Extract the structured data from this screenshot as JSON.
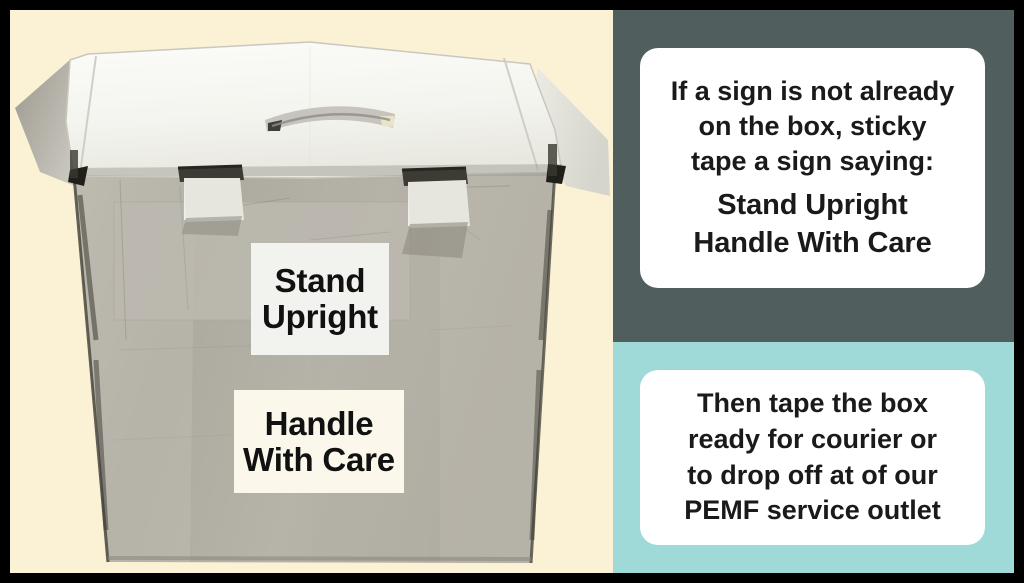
{
  "poster": {
    "border_color": "#000000",
    "left_panel_bg": "#FBF2D5",
    "sign_panel_bg": "#515E5E",
    "tape_panel_bg": "#A0DAD8",
    "card_bg": "#FFFFFF"
  },
  "photo": {
    "alt": "white cardboard shipping box with carry handle slot in lid and two printed signs taped to the front",
    "labels": [
      {
        "name": "stand-upright-sign",
        "lines": [
          "Stand",
          "Upright"
        ],
        "bg": "#F2F2EF"
      },
      {
        "name": "handle-with-care-sign",
        "lines": [
          "Handle",
          "With Care"
        ],
        "bg": "#FBF7EB"
      }
    ]
  },
  "panels": [
    {
      "name": "sign-instruction-panel",
      "bg": "#515E5E",
      "card": {
        "intro_lines": [
          "If a sign is not already",
          "on the box, sticky",
          "tape a sign saying:"
        ],
        "emphasis_lines": [
          "Stand Upright",
          "Handle With Care"
        ]
      }
    },
    {
      "name": "tape-instruction-panel",
      "bg": "#A0DAD8",
      "card": {
        "lines": [
          "Then tape the box",
          "ready for courier or",
          "to drop off at of our",
          "PEMF service outlet"
        ]
      }
    }
  ]
}
